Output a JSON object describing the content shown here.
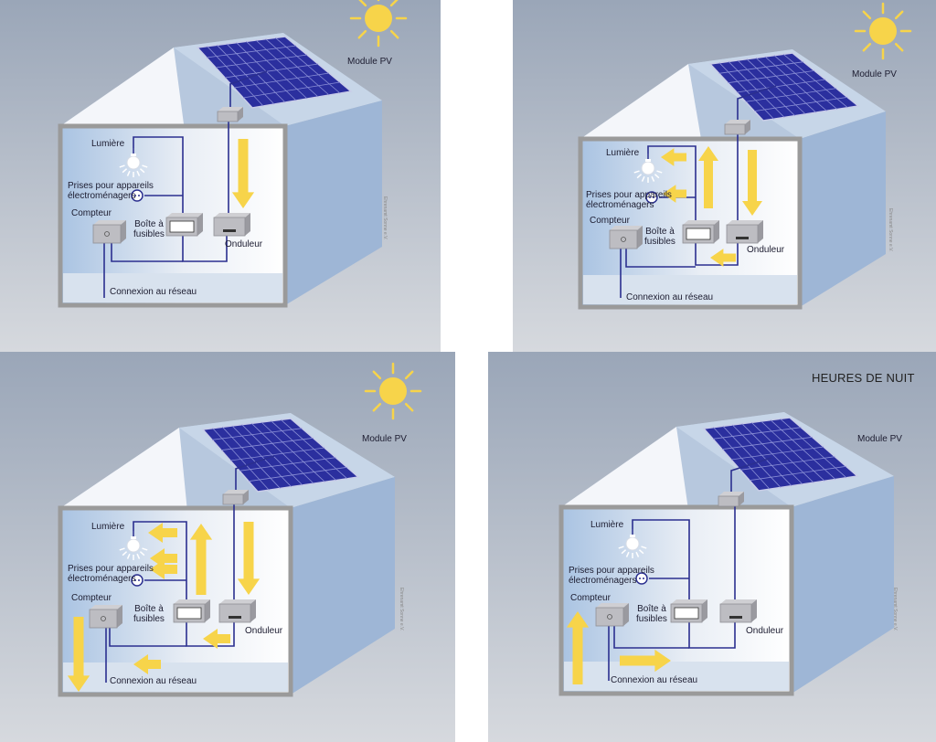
{
  "labels": {
    "module": "Module PV",
    "light": "Lumière",
    "sockets": "Prises pour appareils\nélectroménagers",
    "meter": "Compteur",
    "fusebox": "Boîte à\nfusibles",
    "inverter": "Onduleur",
    "grid": "Connexion au réseau"
  },
  "credit": "Ehrenamt Sonne e.V.",
  "night_title": "HEURES DE NUIT",
  "colors": {
    "sky_top": "#9aa6b8",
    "sky_bottom": "#d6d9de",
    "house_side": "#9eb6d6",
    "frame": "#9a9a9a",
    "panel": "#2b2f9e",
    "wire": "#2b2f8f",
    "arrow": "#f7d44a",
    "sun": "#f7d44a"
  },
  "panels": [
    {
      "id": "p1",
      "sun": true,
      "night": false
    },
    {
      "id": "p2",
      "sun": true,
      "night": false
    },
    {
      "id": "p3",
      "sun": true,
      "night": false
    },
    {
      "id": "p4",
      "sun": false,
      "night": true
    }
  ]
}
